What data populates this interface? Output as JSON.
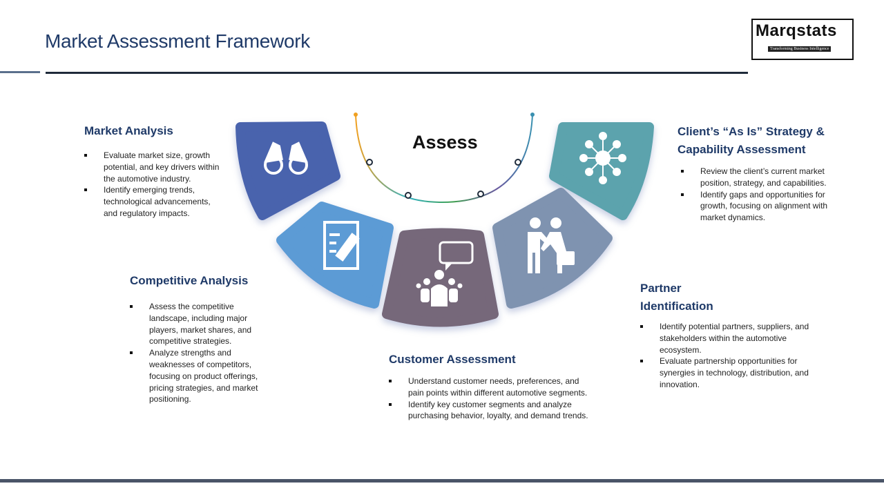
{
  "title": "Market Assessment Framework",
  "logo": {
    "name": "Marqstats",
    "tagline": "Transforming Business Intelligence"
  },
  "center_label": "Assess",
  "colors": {
    "market": "#4a63ad",
    "competitive": "#5b9bd5",
    "customer": "#76677a",
    "partner": "#7f93b0",
    "client": "#5ba3ad",
    "heading": "#1f3a68"
  },
  "sections": {
    "market": {
      "title": "Market Analysis",
      "icon": "binoculars-icon",
      "bullets": [
        "Evaluate market size, growth potential, and key drivers within the automotive industry.",
        "Identify emerging trends, technological advancements, and regulatory impacts."
      ]
    },
    "competitive": {
      "title": "Competitive Analysis",
      "icon": "document-edit-icon",
      "bullets": [
        "Assess the competitive landscape, including major players, market shares, and competitive strategies.",
        "Analyze strengths and weaknesses of competitors, focusing on product offerings, pricing strategies, and market positioning."
      ]
    },
    "customer": {
      "title": "Customer Assessment",
      "icon": "group-chat-icon",
      "bullets": [
        "Understand customer needs, preferences, and pain points within different automotive segments.",
        "Identify key customer segments and analyze purchasing behavior, loyalty, and demand trends."
      ]
    },
    "partner": {
      "title_line1": "Partner",
      "title_line2": "Identification",
      "icon": "handshake-icon",
      "bullets": [
        "Identify potential partners, suppliers, and stakeholders within the automotive ecosystem.",
        "Evaluate partnership opportunities for synergies in technology, distribution, and innovation."
      ]
    },
    "client": {
      "title_line1": "Client’s “As Is” Strategy &",
      "title_line2": "Capability Assessment",
      "icon": "network-icon",
      "bullets": [
        "Review the client’s current market position, strategy, and capabilities.",
        "Identify gaps and opportunities for growth, focusing on alignment with market dynamics."
      ]
    }
  }
}
